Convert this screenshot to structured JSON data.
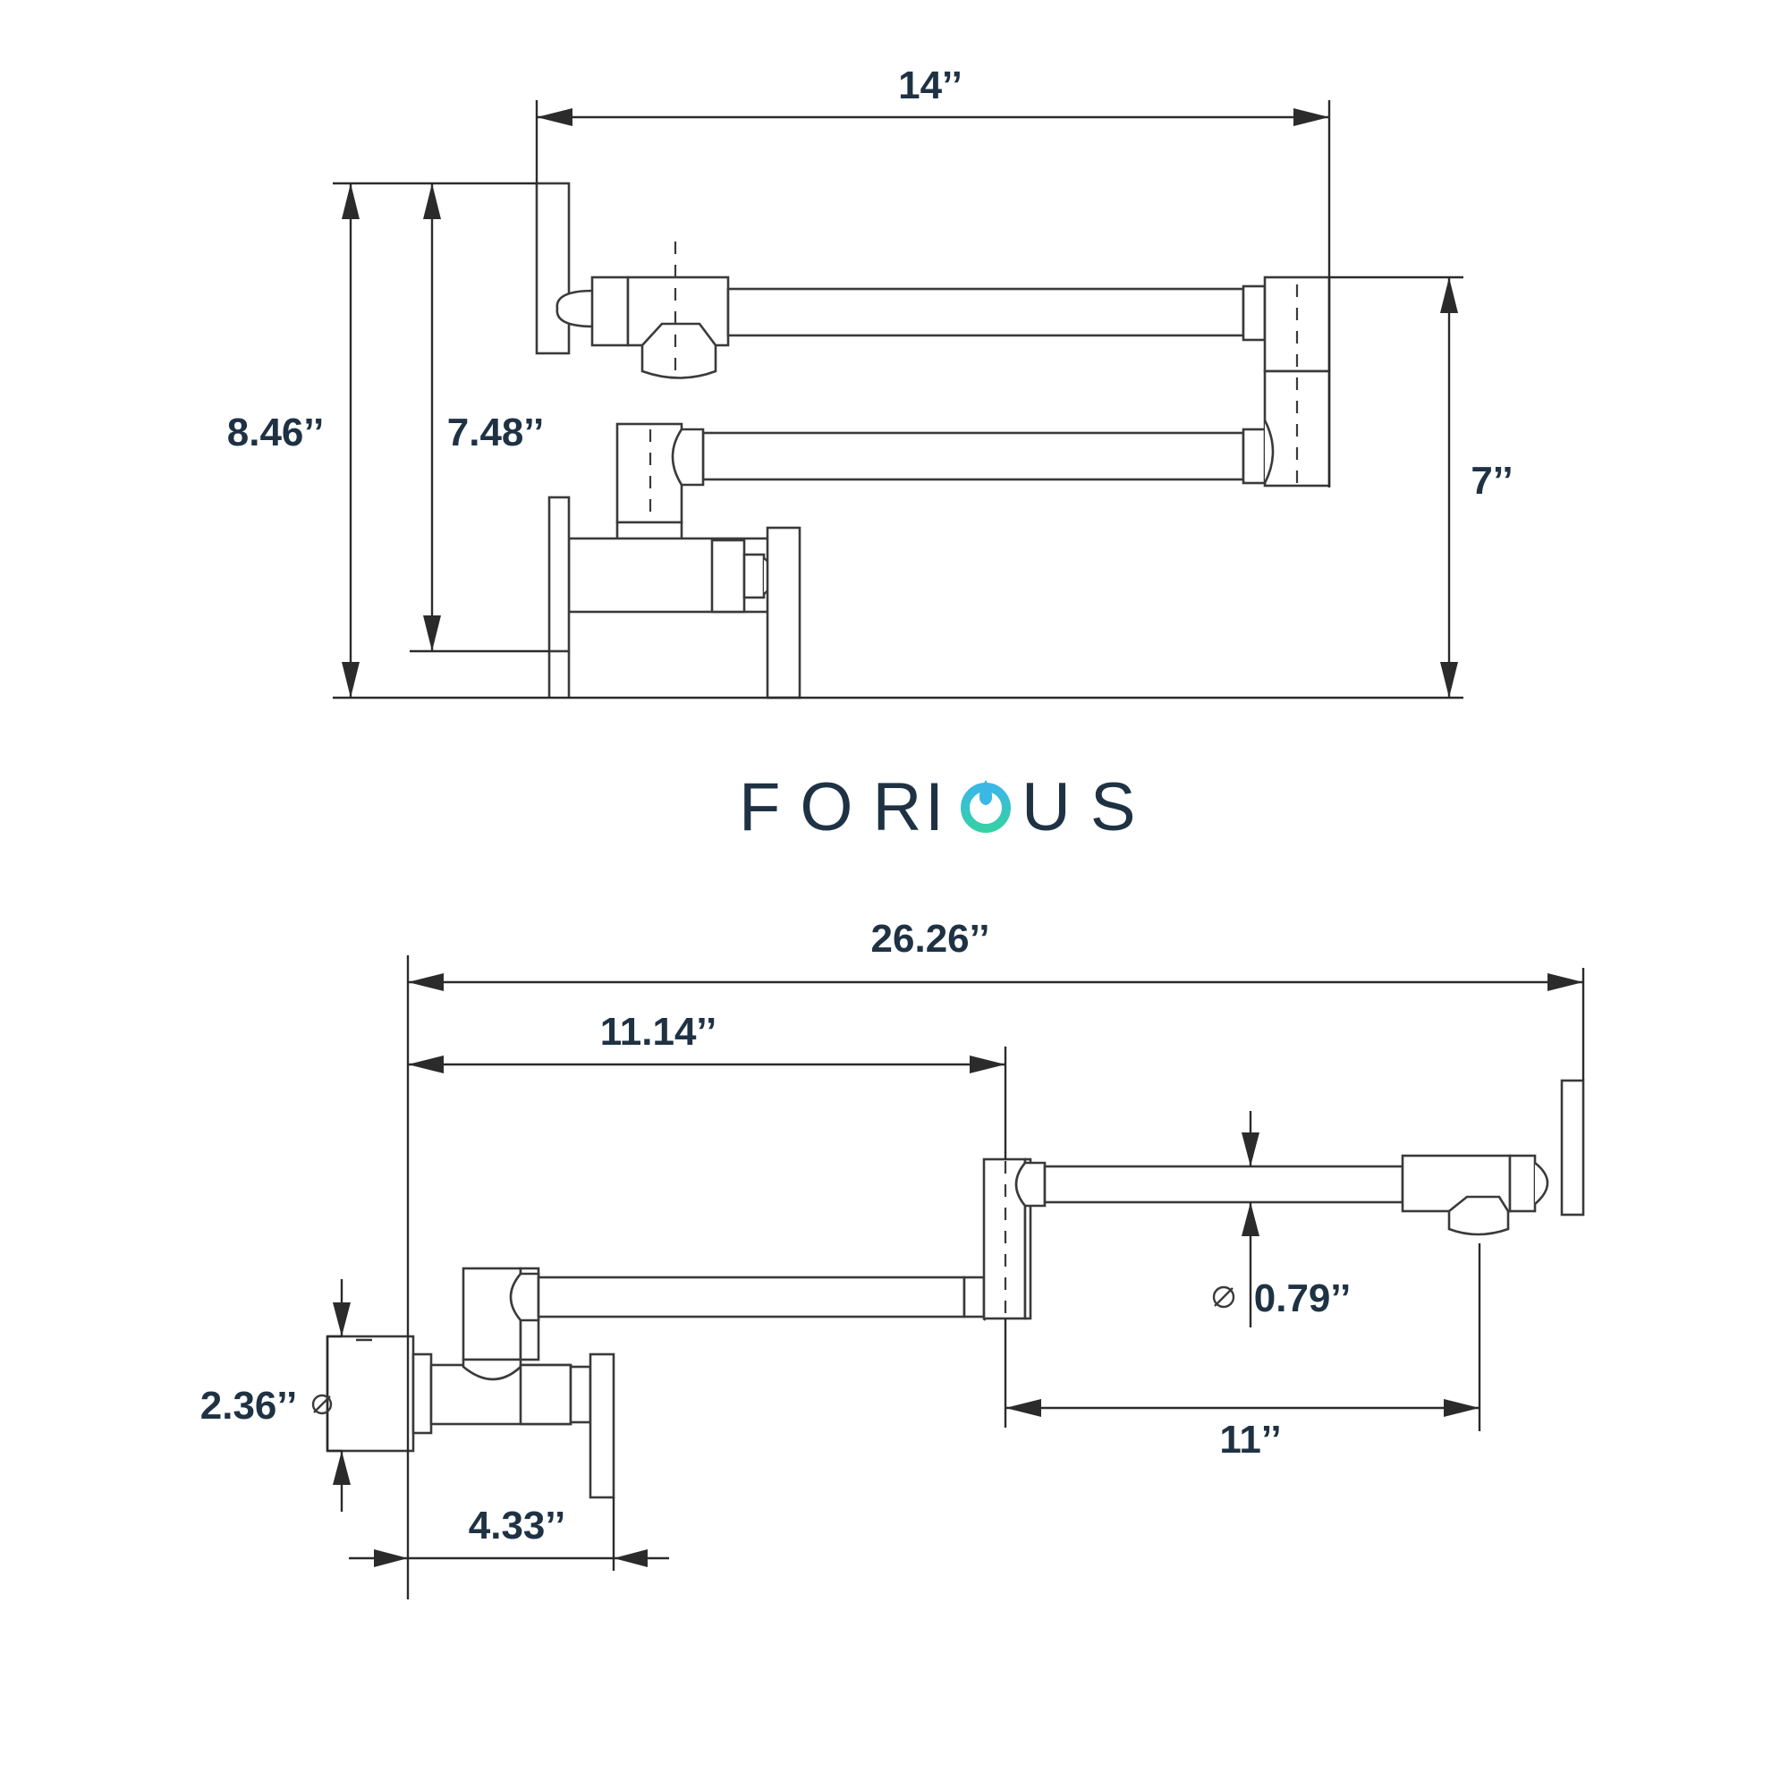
{
  "brand": {
    "name_left": "FOR",
    "name_i": "I",
    "name_right": "US",
    "drop_color_top": "#3bb7e6",
    "drop_color_bottom": "#35d0a6",
    "text_color": "#1f3244"
  },
  "top_view": {
    "dim_width": "14’’",
    "dim_total_height": "8.46’’",
    "dim_inlet_height": "7.48’’",
    "dim_arm_height": "7’’"
  },
  "bottom_view": {
    "dim_total_length": "26.26’’",
    "dim_first_arm": "11.14’’",
    "dim_second_arm": "11’’",
    "dim_pipe_diameter": "0.79’’",
    "dim_flange_diameter": "2.36’’",
    "dim_valve_depth": "4.33’’"
  }
}
